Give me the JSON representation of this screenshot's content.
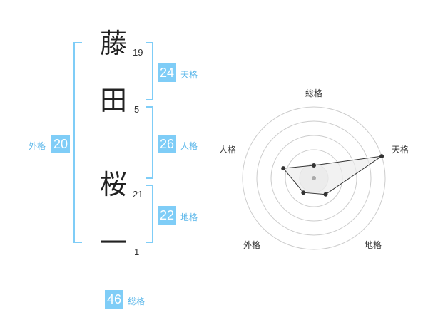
{
  "name": {
    "chars": [
      {
        "char": "藤",
        "strokes": "19"
      },
      {
        "char": "田",
        "strokes": "5"
      },
      {
        "char": "桜",
        "strokes": "21"
      },
      {
        "char": "一",
        "strokes": "1"
      }
    ]
  },
  "kaku": {
    "tenkaku": {
      "value": "24",
      "label": "天格"
    },
    "jinkaku": {
      "value": "26",
      "label": "人格"
    },
    "chikaku": {
      "value": "22",
      "label": "地格"
    },
    "gaikaku": {
      "value": "20",
      "label": "外格"
    },
    "soukaku": {
      "value": "46",
      "label": "総格"
    }
  },
  "radar": {
    "axes": [
      "総格",
      "天格",
      "地格",
      "外格",
      "人格"
    ],
    "values_fraction": [
      0.18,
      1.0,
      0.28,
      0.25,
      0.45
    ],
    "colors": {
      "ring": "#cccccc",
      "fill": "#ececec",
      "line": "#333333",
      "point": "#333333",
      "center_fill": "#dddddd",
      "center_point": "#aaaaaa"
    }
  },
  "colors": {
    "accent": "#7fcdf7",
    "accent_text": "#5bb7ea",
    "bracket": "#7fcdf7"
  }
}
